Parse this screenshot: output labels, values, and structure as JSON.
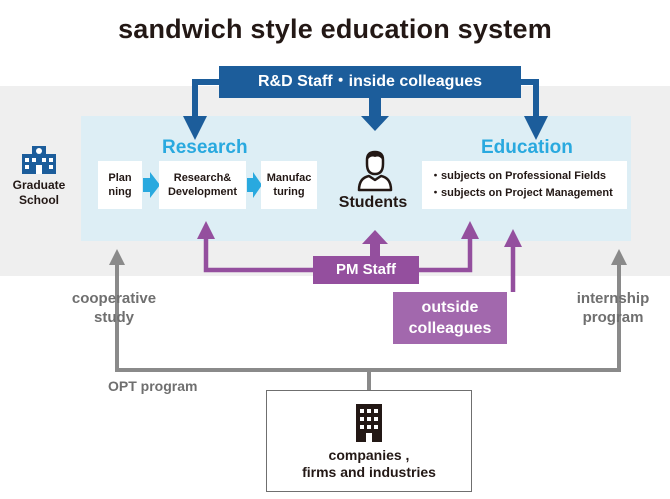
{
  "title": "sandwich style education system",
  "rd_staff": "R&D Staff・inside colleagues",
  "graduate_school": "Graduate\nSchool",
  "research": {
    "heading": "Research",
    "steps": [
      "Plan\nning",
      "Research&\nDevelopment",
      "Manufac\nturing"
    ]
  },
  "education": {
    "heading": "Education",
    "subjects": [
      "・subjects on Professional Fields",
      "・subjects on Project Management"
    ]
  },
  "students": "Students",
  "pm_staff": "PM Staff",
  "outside_colleagues": "outside\ncolleagues",
  "cooperative_study": "cooperative\nstudy",
  "internship_program": "internship\nprogram",
  "opt_program": "OPT program",
  "companies": "companies ,\nfirms and industries",
  "colors": {
    "title": "#231815",
    "band": "#efefef",
    "inner_panel": "#ddeef5",
    "rd_blue": "#1c5d9b",
    "heading_cyan": "#29a9df",
    "pm_purple": "#944f9e",
    "outside_purple": "#a268ad",
    "gray_line": "#8a8a8a"
  },
  "icons": [
    "school-building-icon",
    "student-person-icon",
    "office-building-icon"
  ]
}
